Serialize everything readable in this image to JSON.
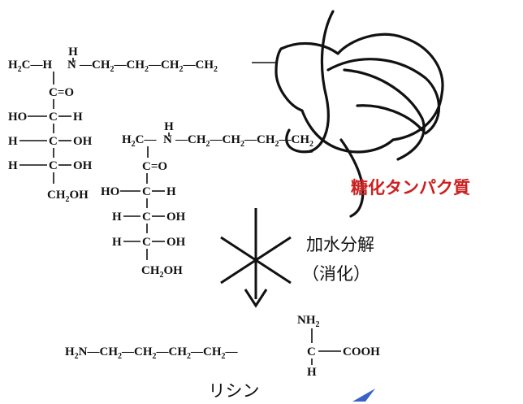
{
  "colors": {
    "glycated_label": "#cc2020",
    "ink": "#111111",
    "corner_mark": "#3a63c8"
  },
  "structure1": {
    "h_on_n": "H",
    "chain": [
      "H",
      "C",
      "—",
      "N",
      "—",
      "CH",
      "—",
      "CH",
      "—",
      "CH",
      "—",
      "CH"
    ],
    "subscript": "2",
    "carbonyl": "C=O",
    "ho_left": "HO",
    "c": "C",
    "h": "H",
    "oh": "OH",
    "ch2oh_main": "CH",
    "ch2oh_tail": "OH"
  },
  "labels": {
    "glycated_protein": "糖化タンパク質",
    "hydrolysis_line1": "加水分解",
    "hydrolysis_line2": "（消化）",
    "lysine": "リシン"
  },
  "lysine": {
    "left": "H",
    "n": "N",
    "ch": "CH",
    "nh": "NH",
    "cooh": "COOH",
    "c": "C",
    "h": "H",
    "sub": "2"
  }
}
